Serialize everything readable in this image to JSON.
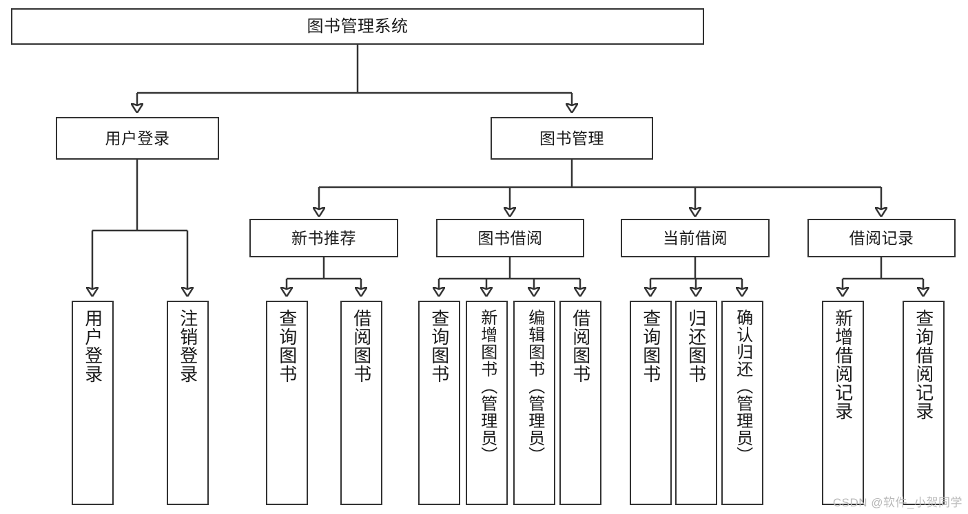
{
  "diagram": {
    "type": "tree",
    "title": "图书管理系统",
    "root": {
      "label": "图书管理系统"
    },
    "tier2": [
      {
        "label": "用户登录"
      },
      {
        "label": "图书管理"
      }
    ],
    "tier3": [
      {
        "label": "新书推荐"
      },
      {
        "label": "图书借阅"
      },
      {
        "label": "当前借阅"
      },
      {
        "label": "借阅记录"
      }
    ],
    "leaves": {
      "user_login": [
        {
          "label": "用户登录"
        },
        {
          "label": "注销登录"
        }
      ],
      "new_book_recommend": [
        {
          "label": "查询图书"
        },
        {
          "label": "借阅图书"
        }
      ],
      "book_borrow": [
        {
          "label": "查询图书"
        },
        {
          "label": "新增图书（管理员）"
        },
        {
          "label": "编辑图书（管理员）"
        },
        {
          "label": "借阅图书"
        }
      ],
      "current_borrow": [
        {
          "label": "查询图书"
        },
        {
          "label": "归还图书"
        },
        {
          "label": "确认归还（管理员）"
        }
      ],
      "borrow_record": [
        {
          "label": "新增借阅记录"
        },
        {
          "label": "查询借阅记录"
        }
      ]
    }
  },
  "watermark": {
    "text": "CSDN @软件_小贺同学"
  },
  "colors": {
    "stroke": "#333333",
    "background": "#ffffff",
    "text": "#1a1a1a",
    "watermark": "#b9b9b9"
  }
}
